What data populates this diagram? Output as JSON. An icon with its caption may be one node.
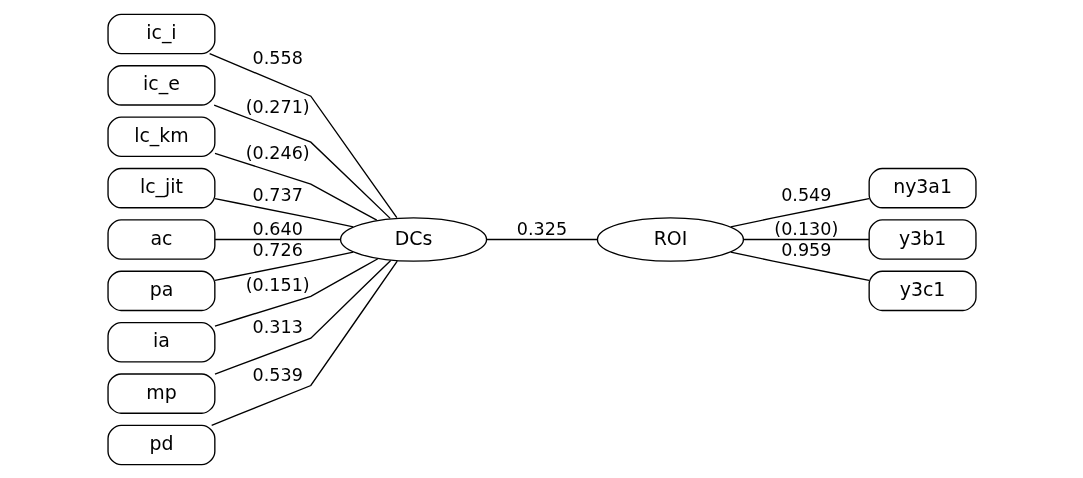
{
  "diagram": {
    "nodes": [
      {
        "text": [
          "ic_i"
        ]
      },
      {
        "text": [
          "ic_e"
        ]
      },
      {
        "text": [
          "lc_km"
        ]
      },
      {
        "text": [
          "lc_jit"
        ]
      },
      {
        "text": [
          "ac"
        ]
      },
      {
        "text": [
          "pa"
        ]
      },
      {
        "text": [
          "ia"
        ]
      },
      {
        "text": [
          "mp"
        ]
      },
      {
        "text": [
          "pd"
        ]
      },
      {
        "text": [
          "DCs"
        ]
      },
      {
        "text": [
          "ROI"
        ]
      },
      {
        "text": [
          "ny3a1"
        ]
      },
      {
        "text": [
          "y3b1"
        ]
      },
      {
        "text": [
          "y3c1"
        ]
      }
    ],
    "edges": [
      {
        "from": 0,
        "to": 9,
        "arrow": "none",
        "label": "0.558"
      },
      {
        "from": 1,
        "to": 9,
        "arrow": "none",
        "label": "(0.271)"
      },
      {
        "from": 2,
        "to": 9,
        "arrow": "none",
        "label": "(0.246)"
      },
      {
        "from": 3,
        "to": 9,
        "arrow": "none",
        "label": "0.737"
      },
      {
        "from": 4,
        "to": 9,
        "arrow": "none",
        "label": "0.640"
      },
      {
        "from": 5,
        "to": 9,
        "arrow": "none",
        "label": "0.726"
      },
      {
        "from": 6,
        "to": 9,
        "arrow": "none",
        "label": "(0.151)"
      },
      {
        "from": 7,
        "to": 9,
        "arrow": "none",
        "label": "0.313"
      },
      {
        "from": 8,
        "to": 9,
        "arrow": "none",
        "label": "0.539"
      },
      {
        "from": 9,
        "to": 10,
        "arrow": "none",
        "label": "0.325"
      },
      {
        "from": 10,
        "to": 11,
        "arrow": "none",
        "label": "0.549"
      },
      {
        "from": 10,
        "to": 12,
        "arrow": "none",
        "label": "(0.130)"
      },
      {
        "from": 10,
        "to": 13,
        "arrow": "none",
        "label": "0.959"
      }
    ]
  }
}
